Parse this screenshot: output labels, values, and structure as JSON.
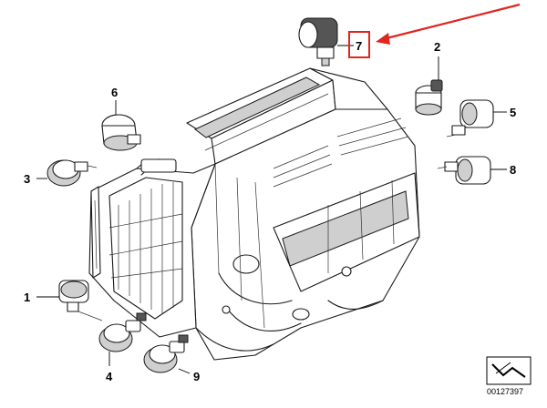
{
  "callouts": [
    {
      "id": "1",
      "label": "1"
    },
    {
      "id": "2",
      "label": "2"
    },
    {
      "id": "3",
      "label": "3"
    },
    {
      "id": "4",
      "label": "4"
    },
    {
      "id": "5",
      "label": "5"
    },
    {
      "id": "6",
      "label": "6"
    },
    {
      "id": "7",
      "label": "7",
      "highlighted": true
    },
    {
      "id": "8",
      "label": "8"
    },
    {
      "id": "9",
      "label": "9"
    }
  ],
  "diagram_number": "00127397",
  "colors": {
    "highlight": "#e0261f",
    "line": "#1a1a1a",
    "background": "#ffffff"
  },
  "icons": [
    "wrench-symbol-icon",
    "actuator-motor-icon"
  ]
}
